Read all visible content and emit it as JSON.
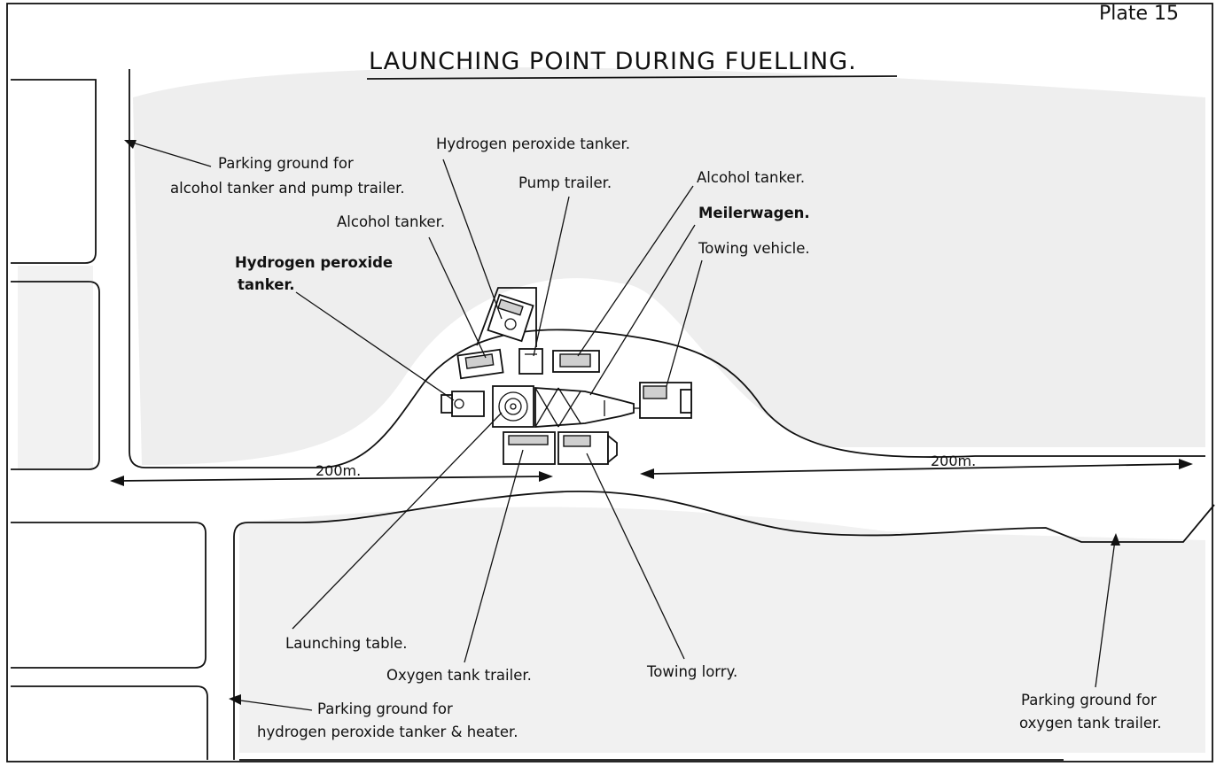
{
  "plate_label": "Plate 15",
  "title": "LAUNCHING POINT DURING FUELLING.",
  "distances": {
    "left": "200m.",
    "right": "200m."
  },
  "labels": {
    "parking_alcohol_line1": "Parking ground for",
    "parking_alcohol_line2": "alcohol tanker and pump trailer.",
    "hydrogen_peroxide_tanker_top": "Hydrogen peroxide tanker.",
    "pump_trailer": "Pump trailer.",
    "alcohol_tanker_right": "Alcohol tanker.",
    "meilerwagen": "Meilerwagen.",
    "towing_vehicle": "Towing vehicle.",
    "alcohol_tanker_left": "Alcohol tanker.",
    "hydrogen_peroxide_left_line1": "Hydrogen peroxide",
    "hydrogen_peroxide_left_line2": "tanker.",
    "launching_table": "Launching table.",
    "oxygen_tank_trailer": "Oxygen tank trailer.",
    "towing_lorry": "Towing lorry.",
    "parking_h2o2_line1": "Parking ground for",
    "parking_h2o2_line2": "hydrogen peroxide tanker & heater.",
    "parking_oxygen_line1": "Parking ground for",
    "parking_oxygen_line2": "oxygen tank trailer."
  },
  "colors": {
    "ink": "#111111",
    "wooded_area": "#e9e9e9",
    "paper": "#ffffff"
  }
}
